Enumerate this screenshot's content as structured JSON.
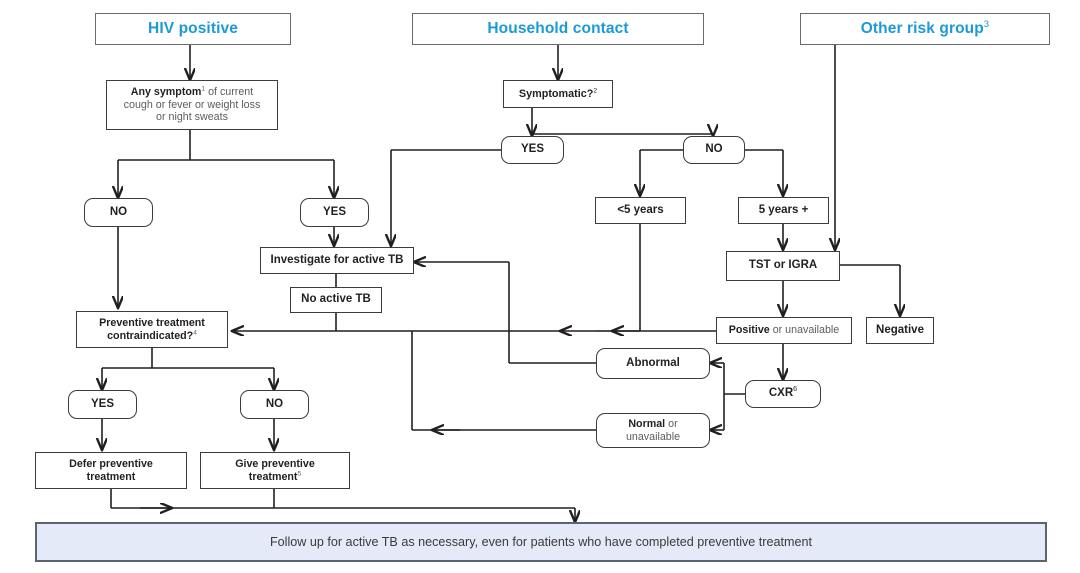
{
  "diagram": {
    "title": "TB preventive treatment algorithm",
    "accent_color": "#1b9ad6",
    "line_color": "#231f20",
    "footer_fill": "#e4eaf7",
    "footer_border": "#5b6470"
  },
  "headers": [
    {
      "id": "hiv-positive",
      "label": "HIV positive"
    },
    {
      "id": "household-contact",
      "label": "Household contact"
    },
    {
      "id": "other-risk-group",
      "label": "Other risk group",
      "sup": "3"
    }
  ],
  "nodes": {
    "any_symptom": {
      "line1_bold": "Any symptom",
      "line1_sup": "1",
      "line1_rest": " of current",
      "line2": "cough or fever or weight loss",
      "line3": "or night sweats"
    },
    "symptomatic": {
      "label": "Symptomatic?",
      "sup": "2"
    },
    "hiv_no": {
      "label": "NO"
    },
    "hiv_yes": {
      "label": "YES"
    },
    "hc_yes": {
      "label": "YES"
    },
    "hc_no": {
      "label": "NO"
    },
    "under5": {
      "label": "<5 years"
    },
    "over5": {
      "label": "5 years +"
    },
    "tst_igra": {
      "label": "TST or IGRA"
    },
    "investigate": {
      "label": "Investigate for active TB"
    },
    "no_active_tb": {
      "label": "No active TB"
    },
    "positive": {
      "bold": "Positive",
      "rest": " or unavailable"
    },
    "negative": {
      "label": "Negative"
    },
    "contraindicated": {
      "line1": "Preventive treatment",
      "line2": "contraindicated?",
      "sup": "4"
    },
    "abnormal": {
      "label": "Abnormal"
    },
    "cxr": {
      "label": "CXR",
      "sup": "6"
    },
    "normal": {
      "bold": "Normal",
      "rest": " or",
      "line2": "unavailable"
    },
    "ct_yes": {
      "label": "YES"
    },
    "ct_no": {
      "label": "NO"
    },
    "defer": {
      "line1": "Defer preventive",
      "line2": "treatment"
    },
    "give": {
      "line1": "Give preventive",
      "line2": "treatment",
      "sup": "5"
    }
  },
  "footer": {
    "label": "Follow up for active TB as necessary, even for patients who have completed preventive treatment"
  }
}
